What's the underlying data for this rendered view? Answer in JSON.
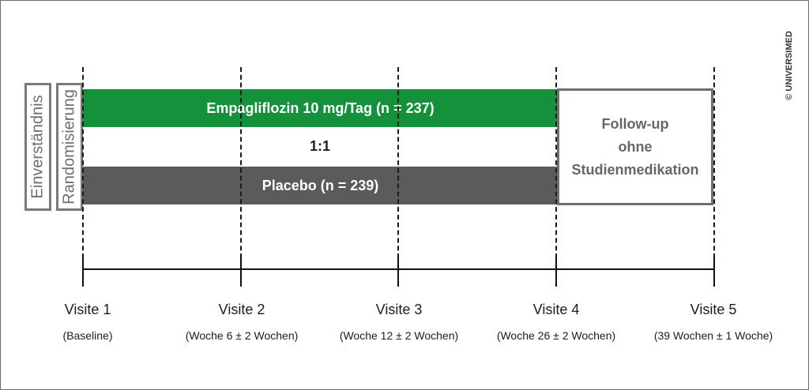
{
  "side_labels": {
    "consent": "Einverständnis",
    "randomization": "Randomisierung"
  },
  "arms": [
    {
      "label": "Empagliflozin 10 mg/Tag (n = 237)",
      "color": "#14913a"
    },
    {
      "label": "Placebo (n = 239)",
      "color": "#5b5b5b"
    }
  ],
  "ratio": "1:1",
  "followup": {
    "lines": [
      "Follow-up",
      "ohne",
      "Studienmedikation"
    ]
  },
  "visits": [
    {
      "label": "Visite 1",
      "sub": "(Baseline)"
    },
    {
      "label": "Visite 2",
      "sub": "(Woche 6 ± 2 Wochen)"
    },
    {
      "label": "Visite 3",
      "sub": "(Woche 12 ± 2 Wochen)"
    },
    {
      "label": "Visite 4",
      "sub": "(Woche 26 ± 2 Wochen)"
    },
    {
      "label": "Visite 5",
      "sub": "(39 Wochen ± 1 Woche)"
    }
  ],
  "copyright": "© UNIVERSIMED"
}
